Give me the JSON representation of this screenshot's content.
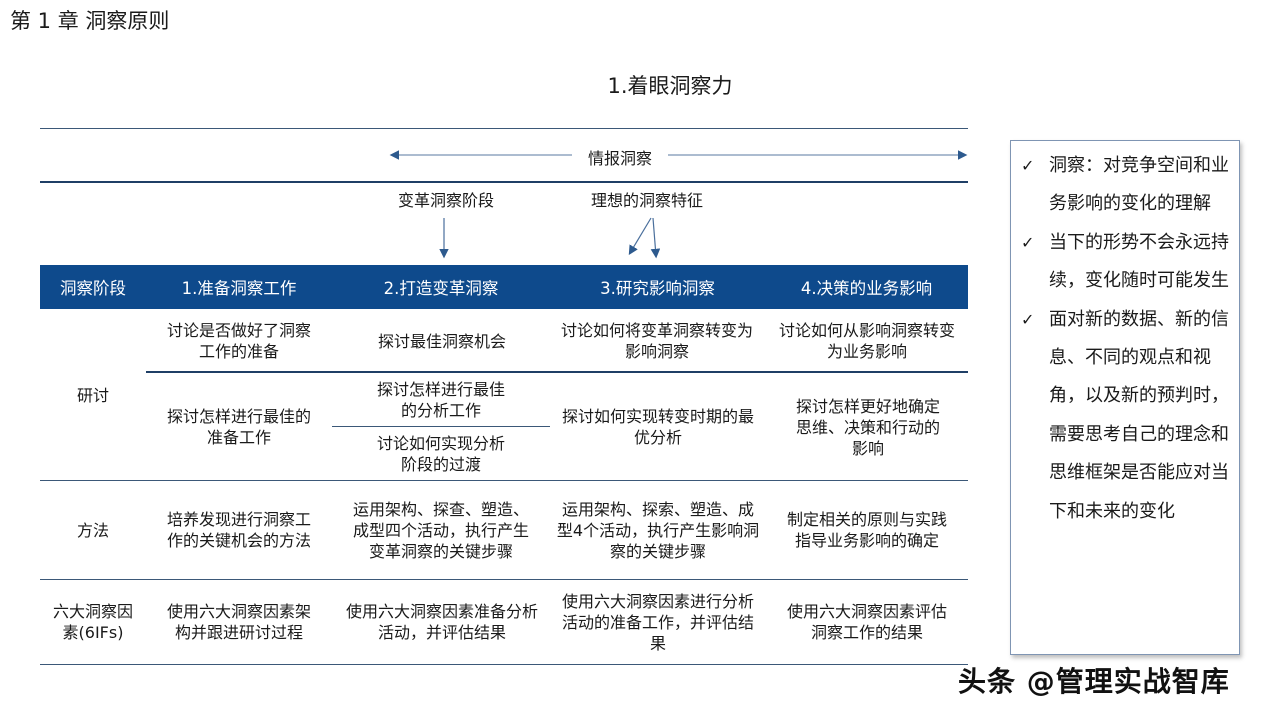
{
  "chapter_title": "第 1 章  洞察原则",
  "slide_title": "1.着眼洞察力",
  "flow": {
    "intelligence_label": "情报洞察",
    "stage_label": "变革洞察阶段",
    "ideal_label": "理想的洞察特征"
  },
  "table": {
    "headers": [
      "洞察阶段",
      "1.准备洞察工作",
      "2.打造变革洞察",
      "3.研究影响洞察",
      "4.决策的业务影响"
    ],
    "rows": [
      {
        "label": "研讨",
        "sub_rows": [
          [
            "讨论是否做好了洞察工作的准备",
            "探讨最佳洞察机会",
            "讨论如何将变革洞察转变为影响洞察",
            "讨论如何从影响洞察转变为业务影响"
          ],
          [
            "探讨怎样进行最佳的准备工作",
            [
              "探讨怎样进行最佳的分析工作",
              "讨论如何实现分析阶段的过渡"
            ],
            "探讨如何实现转变时期的最优分析",
            "探讨怎样更好地确定思维、决策和行动的影响"
          ]
        ]
      },
      {
        "label": "方法",
        "cells": [
          "培养发现进行洞察工作的关键机会的方法",
          "运用架构、探查、塑造、成型四个活动，执行产生变革洞察的关键步骤",
          "运用架构、探索、塑造、成型4个活动，执行产生影响洞察的关键步骤",
          "制定相关的原则与实践指导业务影响的确定"
        ]
      },
      {
        "label": "六大洞察因素(6IFs)",
        "cells": [
          "使用六大洞察因素架构并跟进研讨过程",
          "使用六大洞察因素准备分析活动，并评估结果",
          "使用六大洞察因素进行分析活动的准备工作，并评估结果",
          "使用六大洞察因素评估洞察工作的结果"
        ]
      }
    ]
  },
  "side_box": {
    "check_glyph": "✓",
    "bullets": [
      "洞察：对竞争空间和业务影响的变化的理解",
      "当下的形势不会永远持续，变化随时可能发生",
      "面对新的数据、新的信息、不同的观点和视角，以及新的预判时， 需要思考自己的理念和思维框架是否能应对当下和未来的变化"
    ]
  },
  "watermark": "头条 @管理实战智库",
  "colors": {
    "header_band": "#0e4a8c",
    "rule_line": "#1f3f66",
    "arrow": "#4a6f9c"
  }
}
